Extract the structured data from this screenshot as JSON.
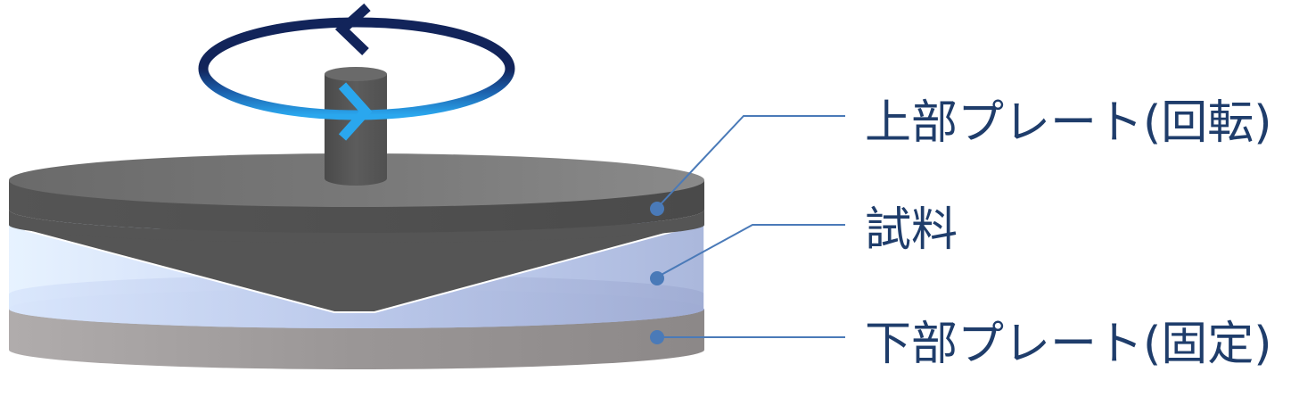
{
  "labels": {
    "upper_plate": "上部プレート(回転)",
    "sample": "試料",
    "lower_plate": "下部プレート(固定)"
  },
  "colors": {
    "label_text": "#1f3d6b",
    "leader_line": "#4a7ab8",
    "marker_dot": "#4a7ab8",
    "upper_plate": "#5a5a5a",
    "lower_plate": "#a09c9c",
    "sample": "#c9d6f2",
    "rotation_arrow_dark": "#12245a",
    "rotation_arrow_light": "#2aa7ee"
  }
}
